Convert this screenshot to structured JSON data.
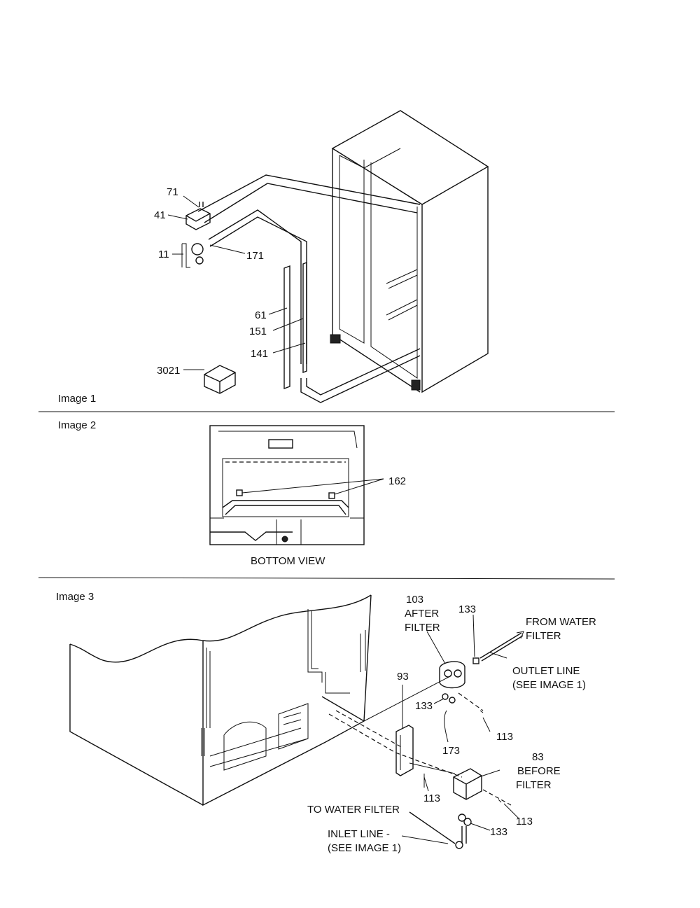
{
  "sections": {
    "image1": "Image 1",
    "image2": "Image 2",
    "image3": "Image 3"
  },
  "image1": {
    "callouts": [
      "71",
      "41",
      "11",
      "171",
      "61",
      "151",
      "141",
      "3021"
    ]
  },
  "image2": {
    "callout": "162",
    "caption": "BOTTOM VIEW"
  },
  "image3": {
    "callouts": {
      "p103": "103",
      "after": "AFTER",
      "filter1": "FILTER",
      "p133a": "133",
      "from_water": "FROM WATER",
      "filter2": "FILTER",
      "outlet": "OUTLET LINE",
      "see1a": "(SEE IMAGE 1)",
      "p93": "93",
      "p133b": "133",
      "p113a": "113",
      "p173": "173",
      "p83": "83",
      "before": "BEFORE",
      "filter3": "FILTER",
      "p113b": "113",
      "p113c": "113",
      "to_water": "TO WATER FILTER",
      "p133c": "133",
      "inlet": "INLET LINE -",
      "see1b": "(SEE IMAGE 1)"
    }
  }
}
